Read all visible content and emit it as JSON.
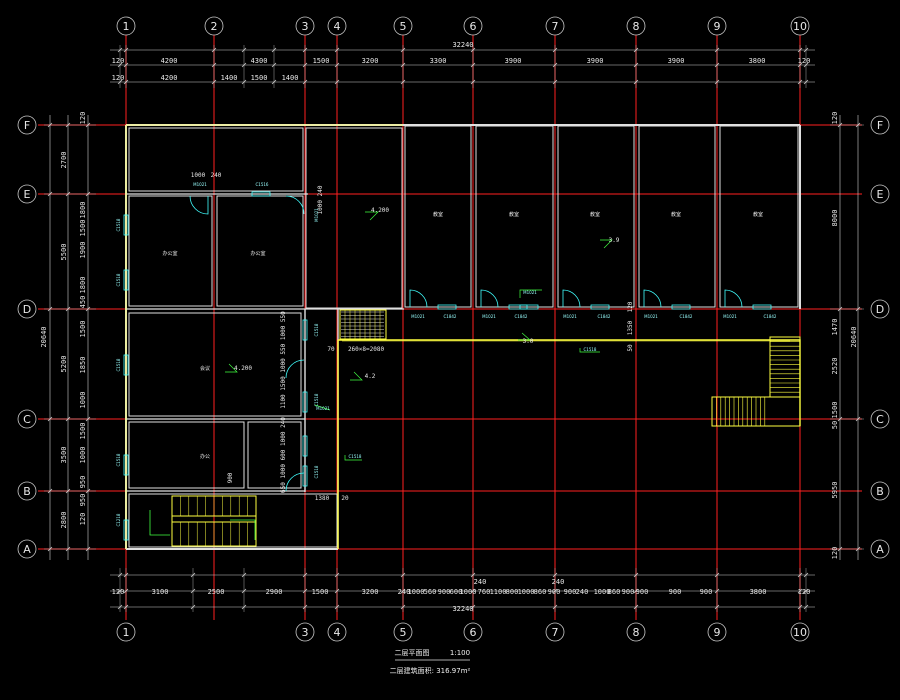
{
  "colors": {
    "axis": "#ff2020",
    "wall": "#e0e0e0",
    "yellow": "#ffff40",
    "cyan": "#40ffff",
    "green": "#40ff40",
    "dim": "#d0d0d0",
    "bubble": "#c8c8c8"
  },
  "axes": {
    "columns": [
      "1",
      "2",
      "3",
      "4",
      "5",
      "6",
      "7",
      "8",
      "9",
      "10"
    ],
    "bottom_columns": [
      "1",
      "3",
      "4",
      "5",
      "6",
      "7",
      "8",
      "9",
      "10"
    ],
    "rows": [
      "F",
      "E",
      "D",
      "C",
      "B",
      "A"
    ]
  },
  "top_dims": {
    "total": "32240",
    "row1": [
      "120",
      "4200",
      "4300",
      "1500",
      "3200",
      "3300",
      "3900",
      "3900",
      "3900",
      "3800",
      "120"
    ],
    "row2": [
      "120",
      "4200",
      "1400",
      "1500",
      "1400"
    ]
  },
  "bottom_dims": {
    "total": "32240",
    "row1": [
      "120",
      "3100",
      "2500",
      "2900",
      "1500",
      "3200",
      "120"
    ],
    "row1b": [
      "240",
      "1000",
      "560",
      "900",
      "600",
      "1000",
      "760",
      "1100",
      "800",
      "1000",
      "860",
      "900",
      "900",
      "240",
      "1000",
      "860",
      "900",
      "900"
    ],
    "row1c": [
      "3800",
      "120"
    ],
    "mid": [
      "240",
      "240"
    ]
  },
  "left_dims": {
    "total": "20640",
    "outer": [
      "2700",
      "5500",
      "5200",
      "3500",
      "2800"
    ],
    "inner": [
      "120",
      "1800",
      "1500",
      "1900",
      "1800",
      "450",
      "1500",
      "1850",
      "1000",
      "1500",
      "1000",
      "950",
      "950",
      "120"
    ]
  },
  "right_dims": {
    "total": "20640",
    "outer": [
      "8000",
      "5950"
    ],
    "inner": [
      "120",
      "1470",
      "2520",
      "1500",
      "50",
      "120"
    ]
  },
  "labels": {
    "elev_4200_a": "4.200",
    "elev_4200_b": "4.200",
    "elev_42": "4.2",
    "elev_39": "3.9",
    "elev_30": "3.0",
    "stair_dim": "260×8=2080",
    "dim_70": "70",
    "dim_1380": "1380",
    "dim_20": "20",
    "dim_1000": "1000",
    "dim_240": "240",
    "dim_1350": "1350",
    "dim_50": "50",
    "dim_120": "120",
    "dim_900": "900",
    "col_stack": "1100 1500 1000 550 1000 550",
    "col_stack2": "650 1000 600 1000 240"
  },
  "rooms": {
    "r1": "办公室",
    "r2": "办公室",
    "r3": "会议",
    "r4": "办公",
    "cl1": "教室",
    "cl2": "教室",
    "cl3": "教室",
    "cl4": "教室",
    "cl5": "教室"
  },
  "doors": [
    "M1021",
    "C1842",
    "M1021",
    "C1842",
    "M1021",
    "C1842",
    "M1021",
    "C1842",
    "M1021",
    "C1842"
  ],
  "title": {
    "name": "二层平面图",
    "scale": "1:100",
    "area": "二层建筑面积: 316.97m²"
  }
}
